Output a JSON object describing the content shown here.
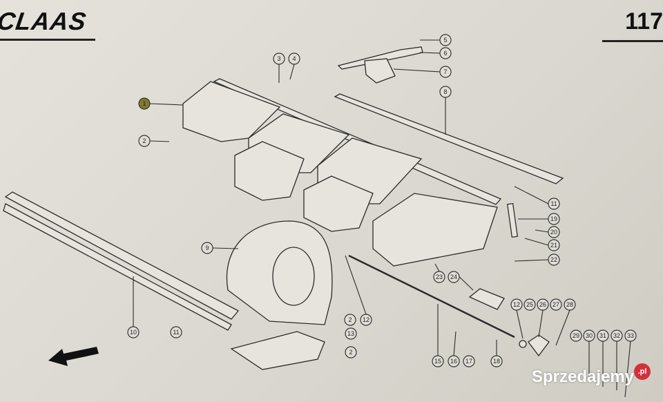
{
  "header": {
    "brand": "CLAAS",
    "page_number": "117"
  },
  "callouts": [
    "1",
    "2",
    "3",
    "4",
    "5",
    "6",
    "7",
    "8",
    "9",
    "10",
    "11",
    "11",
    "19",
    "20",
    "21",
    "22",
    "12",
    "2",
    "13",
    "2",
    "23",
    "24",
    "12",
    "25",
    "26",
    "27",
    "28",
    "29",
    "30",
    "31",
    "32",
    "33",
    "15",
    "16",
    "17",
    "18"
  ],
  "watermark": {
    "text": "Sprzedajemy",
    "badge": ".pl"
  },
  "colors": {
    "highlight": "#7d7a2e",
    "watermark_badge": "#d0313b"
  }
}
